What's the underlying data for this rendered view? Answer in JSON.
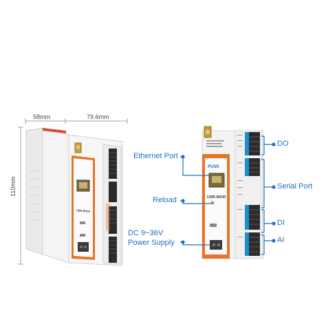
{
  "dimensions": {
    "width_label": "58mm",
    "depth_label": "79.6mm",
    "height_label": "110mm"
  },
  "device": {
    "brand": "PUSR",
    "model": "USR-M100"
  },
  "callouts": {
    "ethernet_port": "Ethernet Port",
    "reload": "Reload",
    "power_line1": "DC 9~36V",
    "power_line2": "Power Supply",
    "do": "DO",
    "serial_port": "Serial Port",
    "di": "DI",
    "ai": "AI"
  },
  "colors": {
    "accent_orange": "#e8742a",
    "callout_blue": "#1f6fc7",
    "terminal_blue": "#1b8fd6"
  }
}
